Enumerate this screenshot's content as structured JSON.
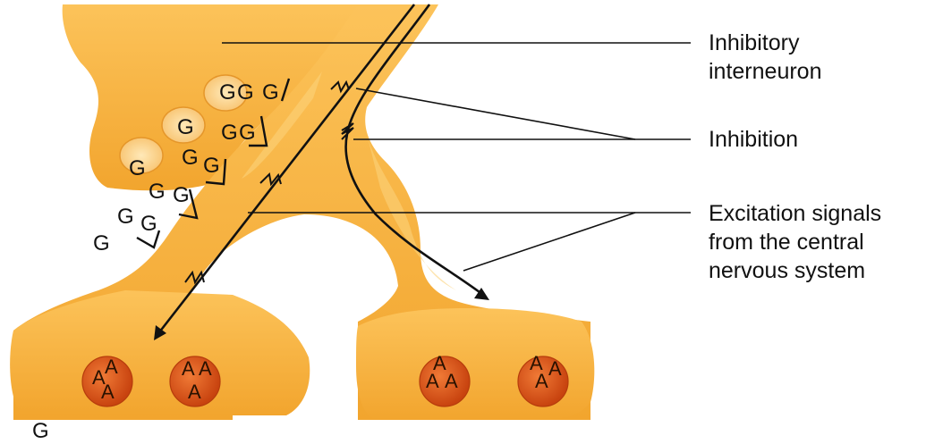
{
  "labels": {
    "inhibitory_interneuron_line1": "Inhibitory",
    "inhibitory_interneuron_line2": "interneuron",
    "inhibition": "Inhibition",
    "excitation_line1": "Excitation signals",
    "excitation_line2": "from the central",
    "excitation_line3": "nervous system"
  },
  "neurotransmitters": {
    "gaba_symbol": "G",
    "gaba_legend_symbol": "G",
    "ach_symbol": "A"
  },
  "colors": {
    "neuron_fill": "#f6b23a",
    "neuron_light": "#fcd27a",
    "vesicle_fill": "#e05a1c",
    "vesicle_edge": "#b63c0c"
  }
}
